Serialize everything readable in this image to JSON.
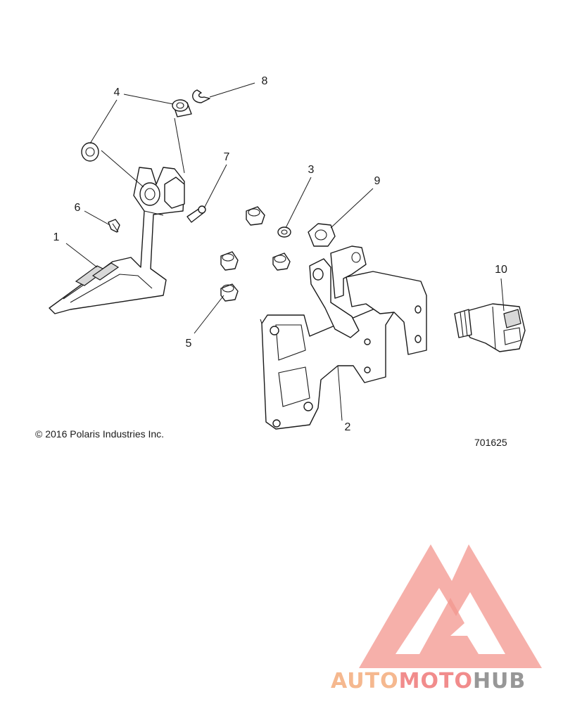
{
  "copyright": "© 2016 Polaris Industries Inc.",
  "figure_number": "701625",
  "callouts": {
    "c1": "1",
    "c2": "2",
    "c3": "3",
    "c4": "4",
    "c5": "5",
    "c6": "6",
    "c7": "7",
    "c8": "8",
    "c9": "9",
    "c10": "10"
  },
  "watermark": {
    "text_part1": "AUTO",
    "text_part2": "MOTO",
    "text_part3": "HUB",
    "colors": {
      "auto": "#f4b183",
      "moto": "#f08080",
      "hub": "#8c8c8c",
      "logo": "#f28b82"
    }
  }
}
